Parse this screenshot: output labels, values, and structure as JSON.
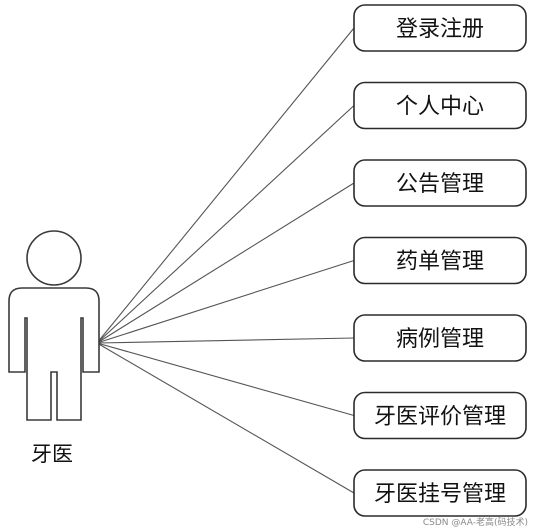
{
  "actor": {
    "name": "牙医"
  },
  "use_cases": [
    {
      "id": "register",
      "label": "登录注册"
    },
    {
      "id": "profile",
      "label": "个人中心"
    },
    {
      "id": "notice",
      "label": "公告管理"
    },
    {
      "id": "prescription",
      "label": "药单管理"
    },
    {
      "id": "case",
      "label": "病例管理"
    },
    {
      "id": "review",
      "label": "牙医评价管理"
    },
    {
      "id": "appointment",
      "label": "牙医挂号管理"
    }
  ],
  "watermark": {
    "text": "CSDN @AA-老高(码技术)"
  },
  "colors": {
    "stroke": "#2b2b2b",
    "line": "#555555",
    "background": "#ffffff"
  }
}
